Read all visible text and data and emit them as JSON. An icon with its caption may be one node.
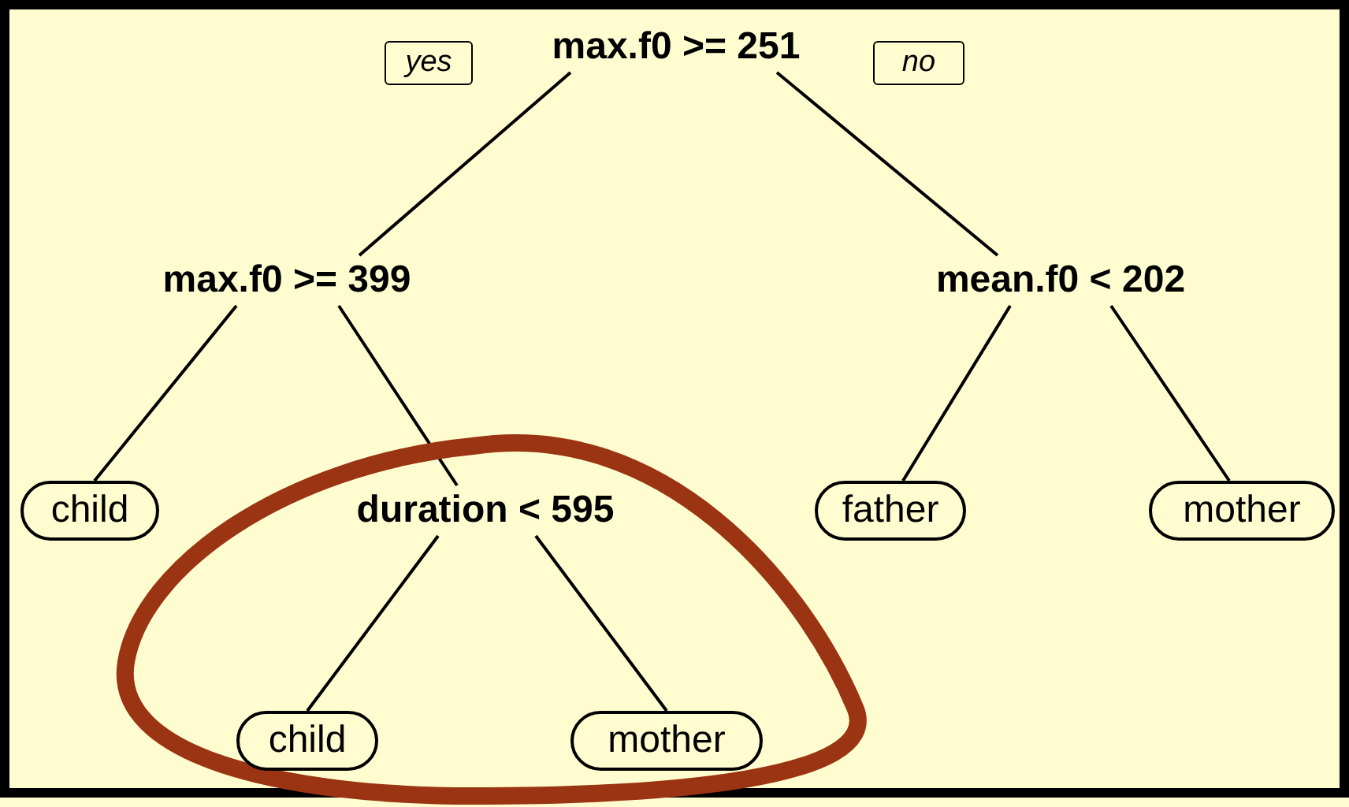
{
  "diagram": {
    "nodes": [
      {
        "text": [
          "yes"
        ]
      },
      {
        "text": [
          "max.f0 >= 251"
        ]
      },
      {
        "text": [
          "no"
        ]
      },
      {
        "text": [
          "max.f0 >= 399"
        ]
      },
      {
        "text": [
          "mean.f0 < 202"
        ]
      },
      {
        "text": [
          "child"
        ]
      },
      {
        "text": [
          "duration < 595"
        ]
      },
      {
        "text": [
          "father"
        ]
      },
      {
        "text": [
          "mother"
        ]
      },
      {
        "text": [
          "child"
        ]
      },
      {
        "text": [
          "mother"
        ]
      }
    ],
    "edges": [
      {
        "from": 1,
        "to": 3,
        "arrow": "none"
      },
      {
        "from": 1,
        "to": 4,
        "arrow": "none"
      },
      {
        "from": 3,
        "to": 5,
        "arrow": "none"
      },
      {
        "from": 3,
        "to": 6,
        "arrow": "none"
      },
      {
        "from": 4,
        "to": 7,
        "arrow": "none"
      },
      {
        "from": 4,
        "to": 8,
        "arrow": "none"
      },
      {
        "from": 6,
        "to": 9,
        "arrow": "none"
      },
      {
        "from": 6,
        "to": 10,
        "arrow": "none"
      }
    ]
  }
}
